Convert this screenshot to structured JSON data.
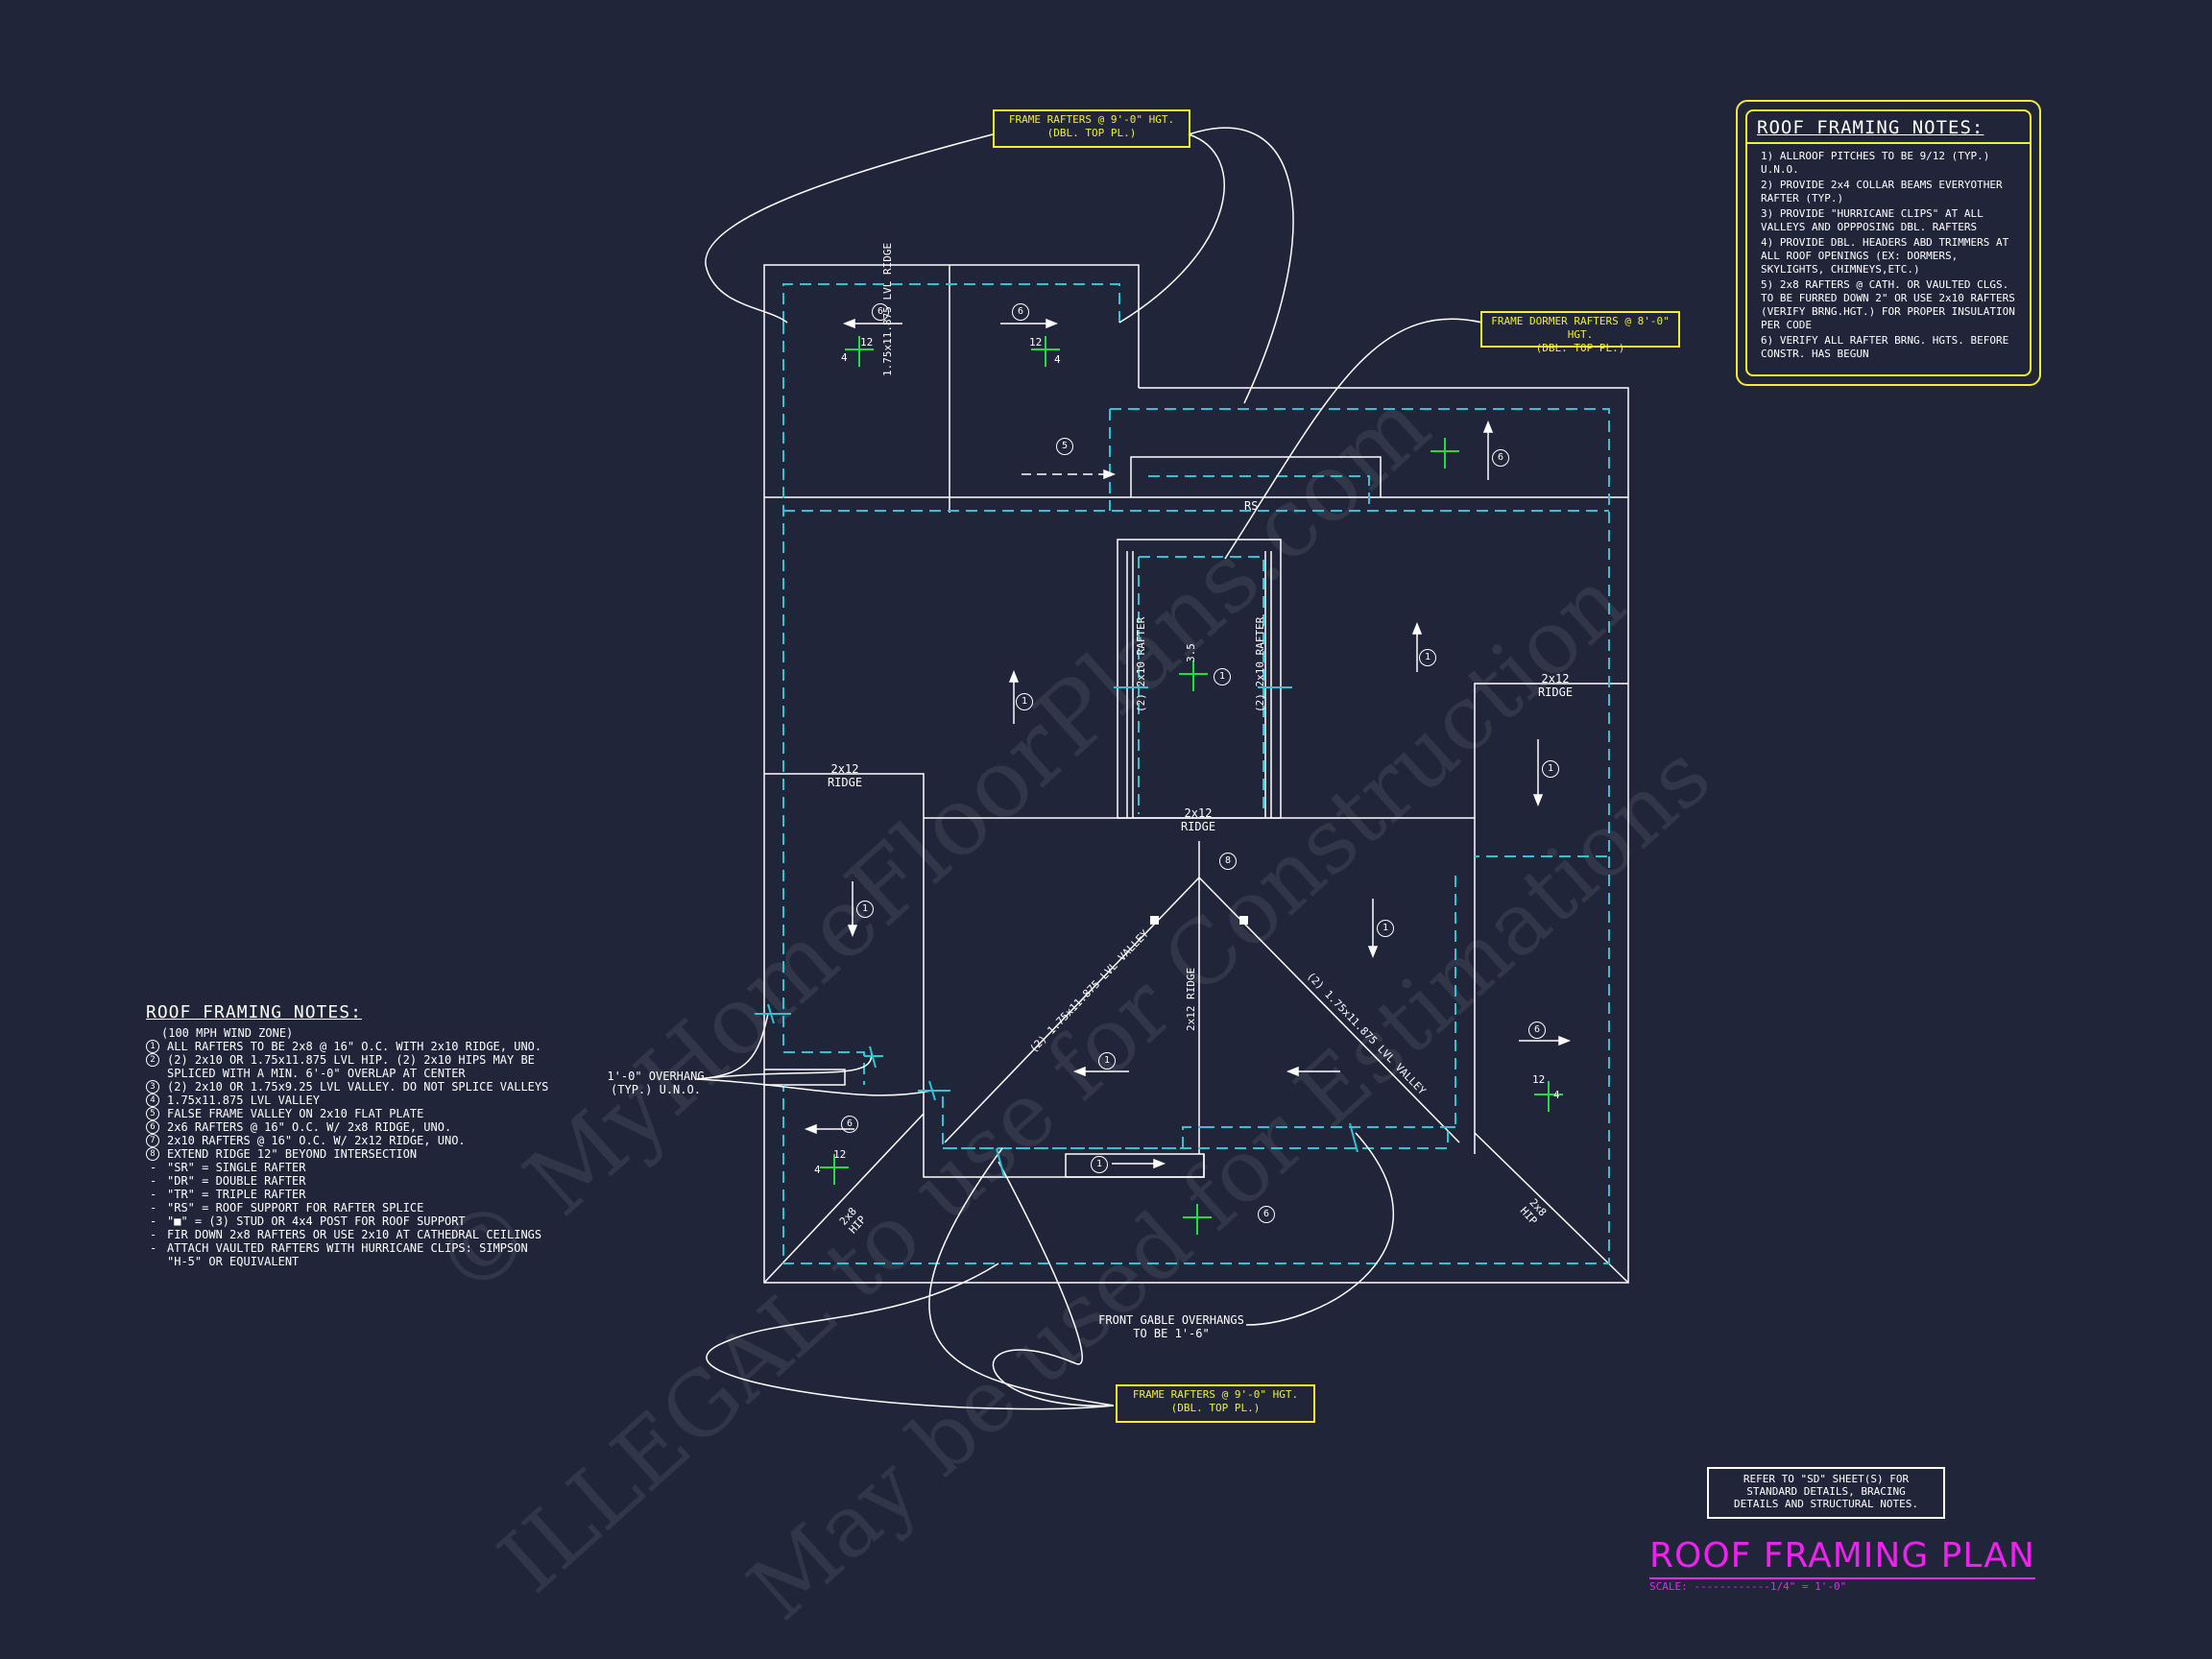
{
  "colors": {
    "background": "#20253a",
    "lines": "#ffffff",
    "dashed": "#2ec4d6",
    "yellow": "#f2ee33",
    "magenta": "#ee22ee",
    "green": "#22dd44"
  },
  "watermarks": [
    "© MyHomeFloorPlans.com",
    "ILLEGAL to use for Construction",
    "May be used for Estimations"
  ],
  "top_callout": {
    "line1": "FRAME RAFTERS @ 9'-0\" HGT.",
    "line2": "(DBL. TOP PL.)"
  },
  "dormer_callout": {
    "line1": "FRAME DORMER RAFTERS @ 8'-0\" HGT.",
    "line2": "(DBL. TOP PL.)"
  },
  "bottom_callout": {
    "line1": "FRAME RAFTERS @ 9'-0\" HGT.",
    "line2": "(DBL. TOP PL.)"
  },
  "notes_top_right": {
    "title": "ROOF FRAMING NOTES:",
    "items": [
      "1) ALLROOF PITCHES TO BE 9/12 (TYP.) U.N.O.",
      "2) PROVIDE 2x4 COLLAR BEAMS EVERYOTHER RAFTER (TYP.)",
      "3) PROVIDE \"HURRICANE CLIPS\" AT ALL VALLEYS AND OPPPOSING DBL. RAFTERS",
      "4) PROVIDE DBL. HEADERS ABD TRIMMERS AT ALL ROOF OPENINGS (EX: DORMERS, SKYLIGHTS, CHIMNEYS,ETC.)",
      "5) 2x8 RAFTERS @ CATH. OR VAULTED CLGS. TO BE FURRED DOWN 2\" OR USE 2x10 RAFTERS (VERIFY BRNG.HGT.) FOR PROPER INSULATION PER CODE",
      "6) VERIFY ALL RAFTER BRNG. HGTS. BEFORE CONSTR. HAS BEGUN"
    ]
  },
  "notes_left": {
    "title": "ROOF FRAMING NOTES:",
    "subtitle": "(100 MPH WIND ZONE)",
    "items": [
      {
        "mark": "1",
        "text": "ALL RAFTERS TO BE 2x8 @ 16\" O.C. WITH 2x10 RIDGE, UNO."
      },
      {
        "mark": "2",
        "text": "(2) 2x10 OR 1.75x11.875 LVL HIP. (2) 2x10 HIPS MAY BE SPLICED WITH A MIN. 6'-0\" OVERLAP AT CENTER"
      },
      {
        "mark": "3",
        "text": "(2) 2x10 OR 1.75x9.25 LVL VALLEY. DO NOT SPLICE VALLEYS"
      },
      {
        "mark": "4",
        "text": "1.75x11.875 LVL VALLEY"
      },
      {
        "mark": "5",
        "text": "FALSE FRAME VALLEY ON 2x10 FLAT PLATE"
      },
      {
        "mark": "6",
        "text": "2x6 RAFTERS @ 16\" O.C. W/ 2x8 RIDGE, UNO."
      },
      {
        "mark": "7",
        "text": "2x10 RAFTERS @ 16\" O.C. W/ 2x12 RIDGE, UNO."
      },
      {
        "mark": "8",
        "text": "EXTEND RIDGE 12\" BEYOND INTERSECTION"
      },
      {
        "mark": "-",
        "text": "\"SR\" = SINGLE RAFTER"
      },
      {
        "mark": "-",
        "text": "\"DR\" = DOUBLE RAFTER"
      },
      {
        "mark": "-",
        "text": "\"TR\" = TRIPLE RAFTER"
      },
      {
        "mark": "-",
        "text": "\"RS\" = ROOF SUPPORT FOR RAFTER SPLICE"
      },
      {
        "mark": "-",
        "text": "\"■\" = (3) STUD OR 4x4 POST FOR ROOF SUPPORT"
      },
      {
        "mark": "-",
        "text": "FIR DOWN 2x8 RAFTERS OR USE 2x10 AT CATHEDRAL CEILINGS"
      },
      {
        "mark": "-",
        "text": "ATTACH VAULTED RAFTERS WITH HURRICANE CLIPS: SIMPSON \"H-5\" OR EQUIVALENT"
      }
    ]
  },
  "plan_labels": {
    "ridge_lvl": "1.75x11.875 LVL RIDGE",
    "ridge_2x12_right": "2x12 RIDGE",
    "ridge_2x12_left": "2x12 RIDGE",
    "ridge_2x12_center": "2x12 RIDGE",
    "ridge_2x12_vertical": "2x12 RIDGE",
    "rafter_left": "(2) 2x10 RAFTER",
    "rafter_right": "(2) 2x10 RAFTER",
    "rs": "RS",
    "pitch_35": "3.5",
    "valley_left": "(2) 1.75x11.875 LVL VALLEY",
    "valley_right": "(2) 1.75x11.875 LVL VALLEY",
    "hip_left": "2x8 HIP",
    "hip_right": "2x8 HIP",
    "pitch_rise": "12",
    "pitch_run": "4",
    "overhang_note_1": "1'-0\" OVERHANG",
    "overhang_note_2": "(TYP.) U.N.O.",
    "gable_note_1": "FRONT GABLE OVERHANGS",
    "gable_note_2": "TO BE 1'-6\"",
    "marks": [
      "6",
      "6",
      "5",
      "6",
      "1",
      "1",
      "1",
      "1",
      "1",
      "8",
      "1",
      "1",
      "6",
      "6",
      "1",
      "6"
    ]
  },
  "refer_note": {
    "line1": "REFER TO \"SD\" SHEET(S) FOR",
    "line2": "STANDARD DETAILS, BRACING",
    "line3": "DETAILS AND STRUCTURAL NOTES."
  },
  "title": {
    "text": "ROOF FRAMING PLAN",
    "scale": "SCALE: ------------1/4\" = 1'-0\""
  }
}
